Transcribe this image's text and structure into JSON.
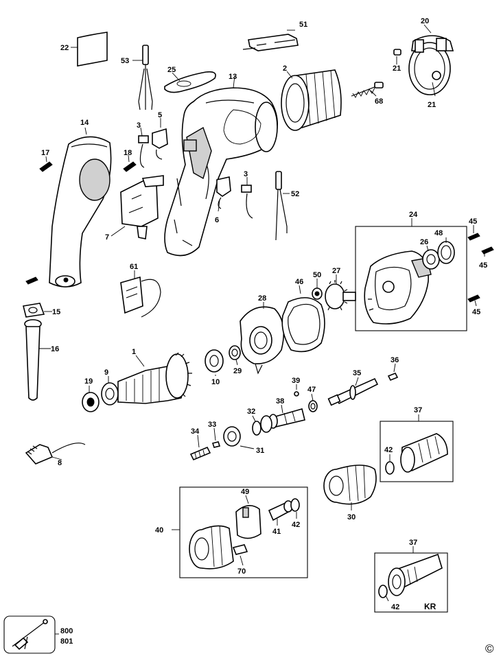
{
  "diagram": {
    "parts": [
      {
        "id": "p1",
        "label": "1"
      },
      {
        "id": "p2",
        "label": "2"
      },
      {
        "id": "p3a",
        "label": "3"
      },
      {
        "id": "p3b",
        "label": "3"
      },
      {
        "id": "p5",
        "label": "5"
      },
      {
        "id": "p6",
        "label": "6"
      },
      {
        "id": "p7",
        "label": "7"
      },
      {
        "id": "p8",
        "label": "8"
      },
      {
        "id": "p9",
        "label": "9"
      },
      {
        "id": "p10",
        "label": "10"
      },
      {
        "id": "p13",
        "label": "13"
      },
      {
        "id": "p14",
        "label": "14"
      },
      {
        "id": "p15",
        "label": "15"
      },
      {
        "id": "p16",
        "label": "16"
      },
      {
        "id": "p17",
        "label": "17"
      },
      {
        "id": "p18",
        "label": "18"
      },
      {
        "id": "p19",
        "label": "19"
      },
      {
        "id": "p20",
        "label": "20"
      },
      {
        "id": "p21a",
        "label": "21"
      },
      {
        "id": "p21b",
        "label": "21"
      },
      {
        "id": "p22",
        "label": "22"
      },
      {
        "id": "p24",
        "label": "24"
      },
      {
        "id": "p25",
        "label": "25"
      },
      {
        "id": "p26",
        "label": "26"
      },
      {
        "id": "p27",
        "label": "27"
      },
      {
        "id": "p28",
        "label": "28"
      },
      {
        "id": "p29",
        "label": "29"
      },
      {
        "id": "p30",
        "label": "30"
      },
      {
        "id": "p31",
        "label": "31"
      },
      {
        "id": "p32",
        "label": "32"
      },
      {
        "id": "p33",
        "label": "33"
      },
      {
        "id": "p34",
        "label": "34"
      },
      {
        "id": "p35",
        "label": "35"
      },
      {
        "id": "p36",
        "label": "36"
      },
      {
        "id": "p37a",
        "label": "37"
      },
      {
        "id": "p37b",
        "label": "37"
      },
      {
        "id": "p38",
        "label": "38"
      },
      {
        "id": "p39",
        "label": "39"
      },
      {
        "id": "p40",
        "label": "40"
      },
      {
        "id": "p41",
        "label": "41"
      },
      {
        "id": "p42a",
        "label": "42"
      },
      {
        "id": "p42b",
        "label": "42"
      },
      {
        "id": "p42c",
        "label": "42"
      },
      {
        "id": "p45a",
        "label": "45"
      },
      {
        "id": "p45b",
        "label": "45"
      },
      {
        "id": "p45c",
        "label": "45"
      },
      {
        "id": "p46",
        "label": "46"
      },
      {
        "id": "p47",
        "label": "47"
      },
      {
        "id": "p48",
        "label": "48"
      },
      {
        "id": "p49",
        "label": "49"
      },
      {
        "id": "p50",
        "label": "50"
      },
      {
        "id": "p51",
        "label": "51"
      },
      {
        "id": "p52",
        "label": "52"
      },
      {
        "id": "p53",
        "label": "53"
      },
      {
        "id": "p61",
        "label": "61"
      },
      {
        "id": "p68",
        "label": "68"
      },
      {
        "id": "p70",
        "label": "70"
      },
      {
        "id": "p800",
        "label": "800"
      },
      {
        "id": "p801",
        "label": "801"
      }
    ],
    "kr_label": "KR",
    "copyright_symbol": "©"
  }
}
